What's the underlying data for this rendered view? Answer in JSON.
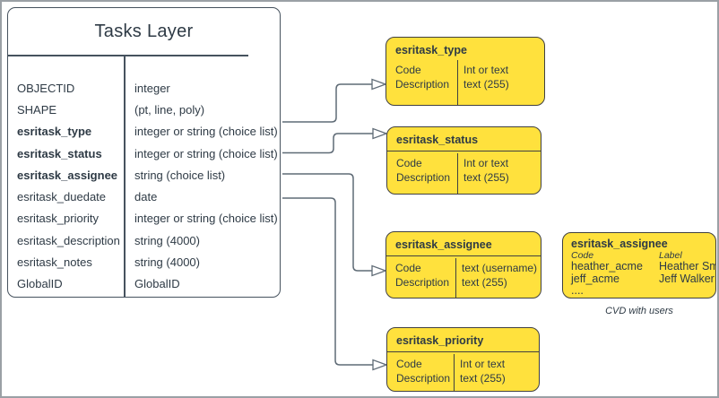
{
  "colors": {
    "box_fill": "#ffe13d",
    "box_border": "#404040",
    "line_color": "#5f6b76",
    "text_color": "#2e3a45",
    "table_border": "#46525e"
  },
  "tasks_table": {
    "title": "Tasks Layer",
    "rows": [
      {
        "field": "OBJECTID",
        "type": "integer"
      },
      {
        "field": "SHAPE",
        "type": "(pt, line, poly)"
      },
      {
        "field": "esritask_type",
        "type": "integer or string (choice list)"
      },
      {
        "field": "esritask_status",
        "type": "integer or string (choice list)"
      },
      {
        "field": "esritask_assignee",
        "type": "string (choice list)"
      },
      {
        "field": "esritask_duedate",
        "type": "date"
      },
      {
        "field": "esritask_priority",
        "type": "integer or string (choice list)"
      },
      {
        "field": "esritask_description",
        "type": "string (4000)"
      },
      {
        "field": "esritask_notes",
        "type": "string (4000)"
      },
      {
        "field": "GlobalID",
        "type": "GlobalID"
      }
    ]
  },
  "domain_boxes": [
    {
      "title": "esritask_type",
      "left": [
        "Code",
        "Description"
      ],
      "right": [
        "Int or text",
        "text (255)"
      ]
    },
    {
      "title": "esritask_status",
      "left": [
        "Code",
        "Description"
      ],
      "right": [
        "Int or text",
        "text (255)"
      ]
    },
    {
      "title": "esritask_assignee",
      "left": [
        "Code",
        "Description"
      ],
      "right": [
        "text  (username)",
        "text (255)"
      ]
    },
    {
      "title": "esritask_priority",
      "left": [
        "Code",
        "Description"
      ],
      "right": [
        "Int or text",
        "text (255)"
      ]
    }
  ],
  "cvd_box": {
    "title": "esritask_assignee",
    "col_headers": [
      "Code",
      "Label"
    ],
    "rows": [
      [
        "heather_acme",
        "Heather Smith"
      ],
      [
        "jeff_acme",
        "Jeff Walker"
      ]
    ],
    "more": "....",
    "caption": "CVD with users"
  },
  "connectors": [
    {
      "from": "Tasks Layer / esritask_type",
      "to": "esritask_type domain"
    },
    {
      "from": "Tasks Layer / esritask_status",
      "to": "esritask_status domain"
    },
    {
      "from": "Tasks Layer / esritask_assignee",
      "to": "esritask_assignee domain"
    },
    {
      "from": "Tasks Layer / esritask_priority",
      "to": "esritask_priority domain"
    }
  ]
}
